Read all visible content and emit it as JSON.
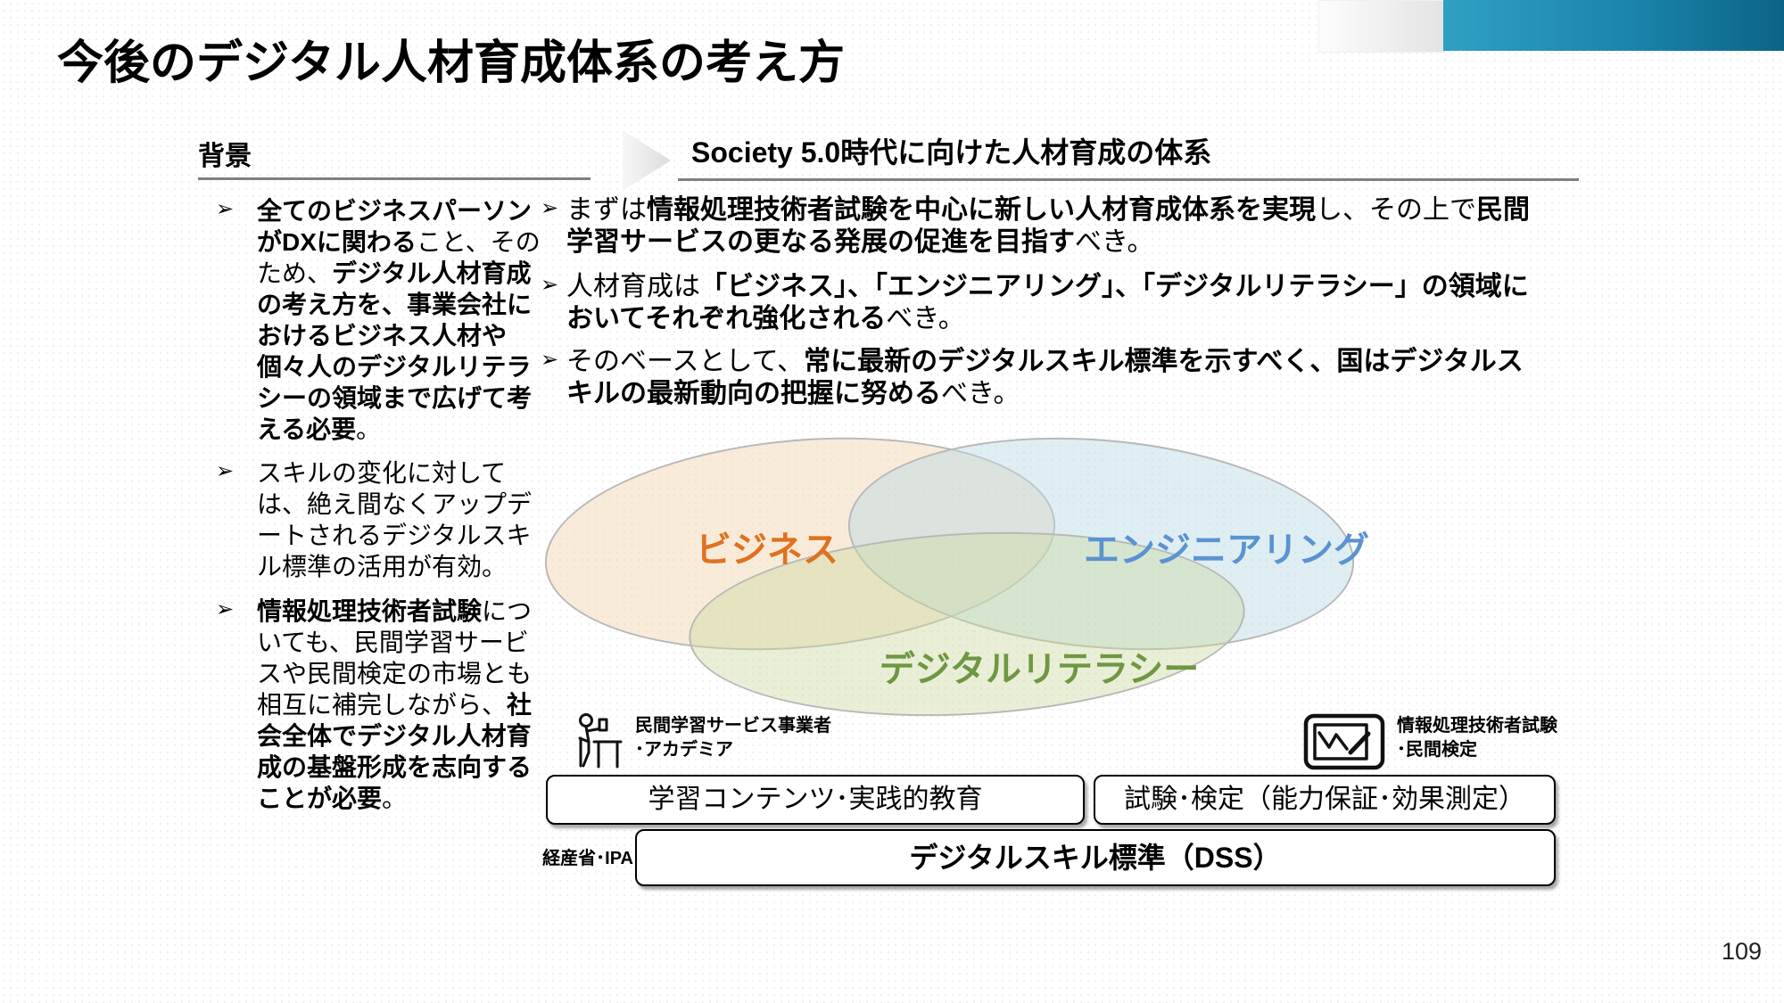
{
  "page": {
    "title": "今後のデジタル人材育成体系の考え方",
    "page_number": "109"
  },
  "marker": "➢",
  "colors": {
    "topbar_gray_start": "#fdfdfd",
    "topbar_gray_end": "#e3e3e3",
    "topbar_blue_start": "#2fa0c3",
    "topbar_blue_end": "#0b6488",
    "header_underline": "#7f7f7f"
  },
  "left_panel": {
    "header": "背景",
    "bullets": [
      {
        "runs": [
          {
            "t": "全てのビジネスパーソンがDXに関わる",
            "b": true
          },
          {
            "t": "こと、そのため、",
            "b": false
          },
          {
            "t": "デジタル人材育成の考え方を、事業会社におけるビジネス人材や個々人のデジタルリテラシーの領域まで広げて考える必要",
            "b": true
          },
          {
            "t": "。",
            "b": false
          }
        ]
      },
      {
        "runs": [
          {
            "t": "スキルの変化に対しては、絶え間なくアップデートされるデジタルスキル標準の活用が有効。",
            "b": false
          }
        ]
      },
      {
        "runs": [
          {
            "t": "情報処理技術者試験",
            "b": true
          },
          {
            "t": "についても、民間学習サービスや民間検定の市場とも相互に補完しながら、",
            "b": false
          },
          {
            "t": "社会全体でデジタル人材育成の基盤形成を志向することが必要",
            "b": true
          },
          {
            "t": "。",
            "b": false
          }
        ]
      }
    ]
  },
  "right_panel": {
    "header": "Society 5.0時代に向けた人材育成の体系",
    "bullets": [
      {
        "runs": [
          {
            "t": "まずは",
            "b": false
          },
          {
            "t": "情報処理技術者試験を中心に新しい人材育成体系を実現",
            "b": true
          },
          {
            "t": "し、その上で",
            "b": false
          },
          {
            "t": "民間学習サービスの更なる発展の促進を目指す",
            "b": true
          },
          {
            "t": "べき。",
            "b": false
          }
        ]
      },
      {
        "runs": [
          {
            "t": "人材育成は",
            "b": false
          },
          {
            "t": "「ビジネス」、「エンジニアリング」、「デジタルリテラシー」の領域においてそれぞれ強化される",
            "b": true
          },
          {
            "t": "べき。",
            "b": false
          }
        ]
      },
      {
        "runs": [
          {
            "t": "そのベースとして、",
            "b": false
          },
          {
            "t": "常に最新のデジタルスキル標準を示すべく、国はデジタルスキルの最新動向の把握に努める",
            "b": true
          },
          {
            "t": "べき。",
            "b": false
          }
        ]
      }
    ]
  },
  "venn": {
    "labels": {
      "business": {
        "text": "ビジネス",
        "color": "#e0711f"
      },
      "engineering": {
        "text": "エンジニアリング",
        "color": "#5b93d0"
      },
      "digital_literacy": {
        "text": "デジタルリテラシー",
        "color": "#6e9743"
      }
    },
    "fills": {
      "business": "rgba(243,215,180,0.5)",
      "engineering": "rgba(183,217,228,0.45)",
      "digital_literacy": "rgba(203,217,158,0.42)"
    }
  },
  "bottom": {
    "left_actor": {
      "line1": "民間学習サービス事業者",
      "line2": "･アカデミア"
    },
    "right_actor": {
      "line1": "情報処理技術者試験",
      "line2": "･民間検定"
    },
    "boxes": {
      "learning": "学習コンテンツ･実践的教育",
      "exam": "試験･検定（能力保証･効果測定）",
      "dss": "デジタルスキル標準（DSS）",
      "dss_owner": "経産省･IPA"
    }
  }
}
